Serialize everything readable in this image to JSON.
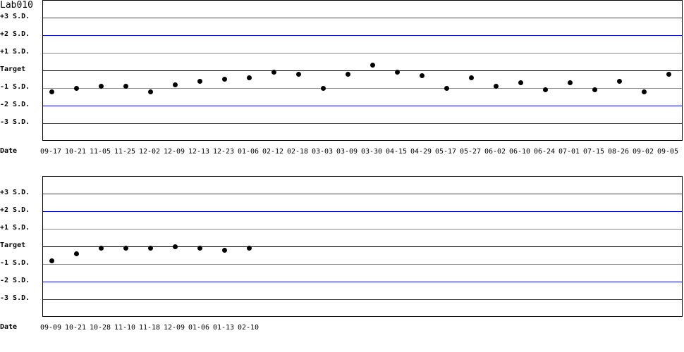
{
  "title": "Lab010",
  "colors": {
    "sd3": "#dd0000",
    "sd2": "#0000cc",
    "sd1": "#888888",
    "target": "#000000"
  },
  "y_labels": [
    "+3 S.D.",
    "+2 S.D.",
    "+1 S.D.",
    "Target",
    "-1 S.D.",
    "-2 S.D.",
    "-3 S.D."
  ],
  "date_label": "Date",
  "chart_data": [
    {
      "type": "scatter",
      "title": "Lab010",
      "xlabel": "Date",
      "ylabel": "S.D.",
      "ylim": [
        -4,
        4
      ],
      "categories": [
        "09-17",
        "10-21",
        "11-05",
        "11-25",
        "12-02",
        "12-09",
        "12-13",
        "12-23",
        "01-06",
        "02-12",
        "02-18",
        "03-03",
        "03-09",
        "03-30",
        "04-15",
        "04-29",
        "05-17",
        "05-27",
        "06-02",
        "06-10",
        "06-24",
        "07-01",
        "07-15",
        "08-26",
        "09-02",
        "09-05"
      ],
      "values": [
        -1.2,
        -1.0,
        -0.9,
        -0.9,
        -1.2,
        -0.8,
        -0.6,
        -0.5,
        -0.4,
        -0.1,
        -0.2,
        -1.0,
        -0.2,
        0.3,
        -0.1,
        -0.3,
        -1.0,
        -0.4,
        -0.9,
        -0.7,
        -1.1,
        -0.7,
        -1.1,
        -0.6,
        -1.2,
        -0.2
      ]
    },
    {
      "type": "scatter",
      "xlabel": "Date",
      "ylabel": "S.D.",
      "ylim": [
        -4,
        4
      ],
      "categories": [
        "09-09",
        "10-21",
        "10-28",
        "11-10",
        "11-18",
        "12-09",
        "01-06",
        "01-13",
        "02-10"
      ],
      "values": [
        -0.8,
        -0.4,
        -0.1,
        -0.1,
        -0.1,
        0.0,
        -0.1,
        -0.2,
        -0.1
      ]
    }
  ]
}
